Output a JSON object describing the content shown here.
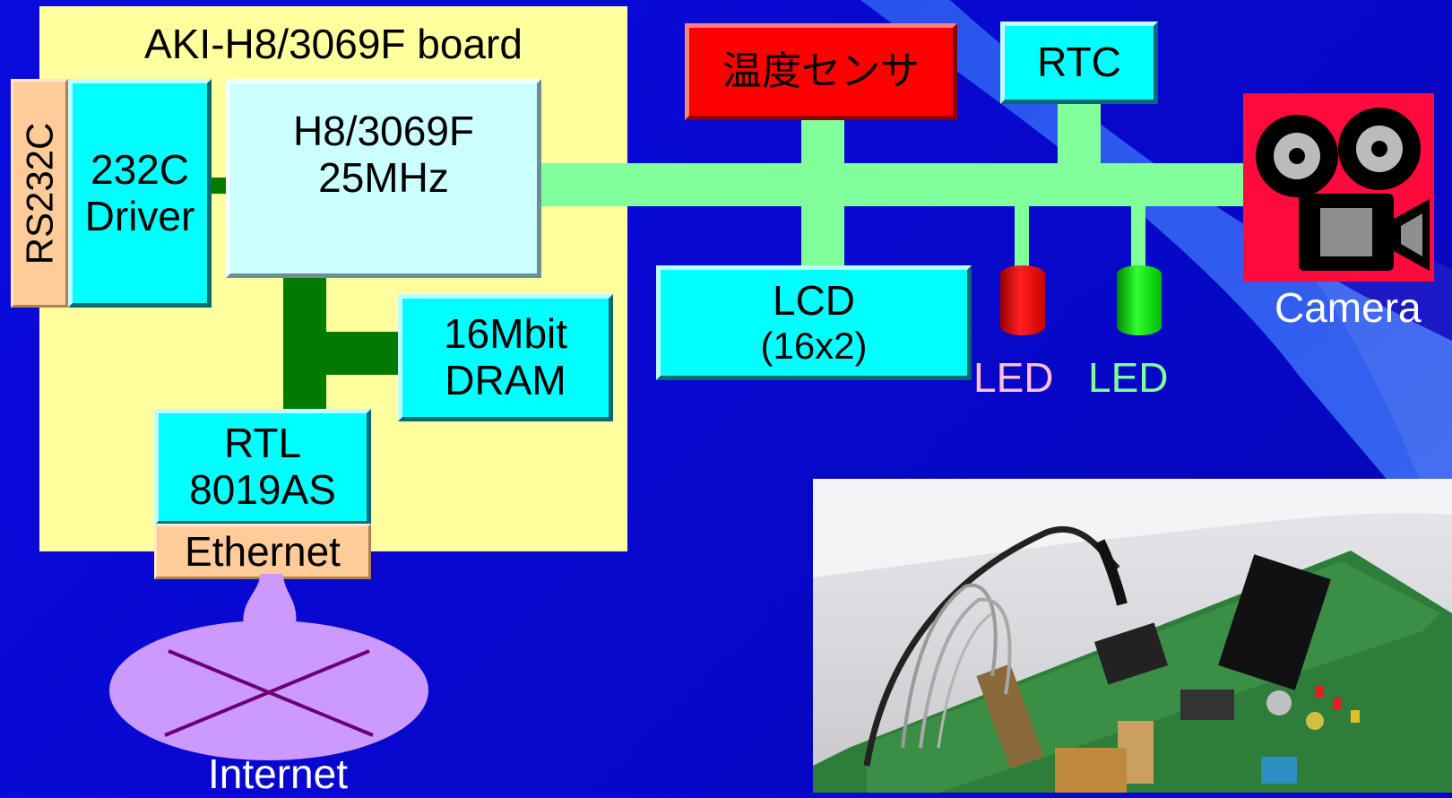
{
  "board": {
    "title": "AKI-H8/3069F board"
  },
  "blocks": {
    "cpu": {
      "line1": "H8/3069F",
      "line2": "25MHz"
    },
    "driver": {
      "line1": "232C",
      "line2": "Driver"
    },
    "rs232c": "RS232C",
    "dram": {
      "line1": "16Mbit",
      "line2": "DRAM"
    },
    "rtl": {
      "line1": "RTL",
      "line2": "8019AS"
    },
    "ethernet": "Ethernet",
    "sensor": "温度センサ",
    "rtc": "RTC",
    "lcd": {
      "line1": "LCD",
      "line2": "(16x2)"
    }
  },
  "labels": {
    "led_red": "LED",
    "led_green": "LED",
    "camera": "Camera",
    "internet": "Internet"
  },
  "colors": {
    "background": "#0808d0",
    "board": "#ffff9e",
    "block": "#00ffff",
    "cpu": "#ccffff",
    "sensor": "#ff0000",
    "peripheral_bus": "#80ff9a",
    "memory_bus": "#007a00",
    "internet_cloud": "#cc99ff",
    "led_red_label": "#ffc0d8",
    "led_green_label": "#80ff9a"
  },
  "icons": {
    "camera": "movie-camera-icon",
    "led_red": "red-led-icon",
    "led_green": "green-led-icon"
  }
}
